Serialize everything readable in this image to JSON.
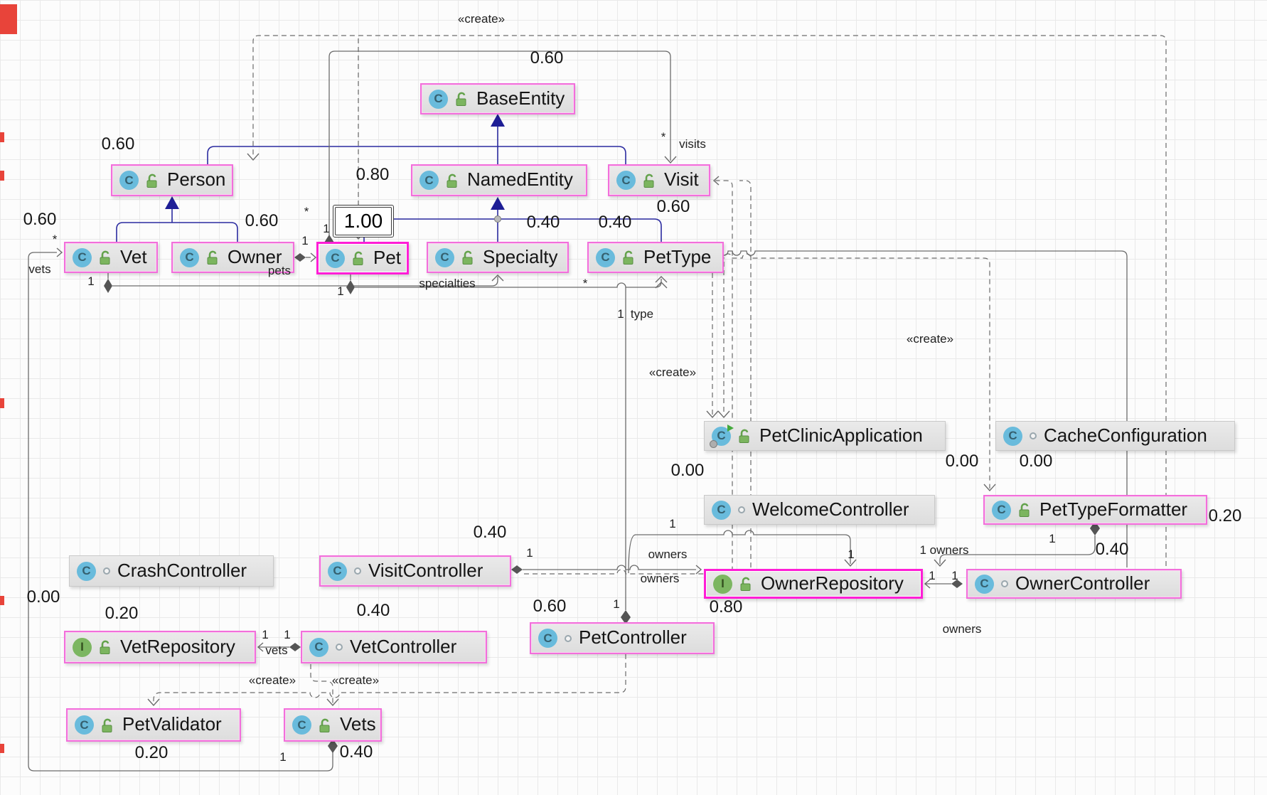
{
  "diagram": {
    "badge": {
      "value": "1.00"
    },
    "classes": [
      {
        "id": "base_entity",
        "name": "BaseEntity",
        "icon": "class",
        "visibility": "public-lock",
        "emphasis": "pink"
      },
      {
        "id": "person",
        "name": "Person",
        "icon": "class",
        "visibility": "public-lock",
        "emphasis": "pink"
      },
      {
        "id": "named_entity",
        "name": "NamedEntity",
        "icon": "class",
        "visibility": "public-lock",
        "emphasis": "pink"
      },
      {
        "id": "visit",
        "name": "Visit",
        "icon": "class",
        "visibility": "public-lock",
        "emphasis": "pink"
      },
      {
        "id": "vet",
        "name": "Vet",
        "icon": "class",
        "visibility": "public-lock",
        "emphasis": "pink"
      },
      {
        "id": "owner",
        "name": "Owner",
        "icon": "class",
        "visibility": "public-lock",
        "emphasis": "pink"
      },
      {
        "id": "pet",
        "name": "Pet",
        "icon": "class",
        "visibility": "public-lock",
        "emphasis": "selected"
      },
      {
        "id": "specialty",
        "name": "Specialty",
        "icon": "class",
        "visibility": "public-lock",
        "emphasis": "pink"
      },
      {
        "id": "pet_type",
        "name": "PetType",
        "icon": "class",
        "visibility": "public-lock",
        "emphasis": "pink"
      },
      {
        "id": "pet_clinic_application",
        "name": "PetClinicApplication",
        "icon": "application",
        "visibility": "public-lock",
        "emphasis": "plain"
      },
      {
        "id": "cache_configuration",
        "name": "CacheConfiguration",
        "icon": "class",
        "visibility": "package-circle",
        "emphasis": "plain"
      },
      {
        "id": "welcome_controller",
        "name": "WelcomeController",
        "icon": "class",
        "visibility": "package-circle",
        "emphasis": "plain"
      },
      {
        "id": "pet_type_formatter",
        "name": "PetTypeFormatter",
        "icon": "class",
        "visibility": "public-lock",
        "emphasis": "pink"
      },
      {
        "id": "crash_controller",
        "name": "CrashController",
        "icon": "class",
        "visibility": "package-circle",
        "emphasis": "plain"
      },
      {
        "id": "visit_controller",
        "name": "VisitController",
        "icon": "class",
        "visibility": "package-circle",
        "emphasis": "pink"
      },
      {
        "id": "owner_repository",
        "name": "OwnerRepository",
        "icon": "interface",
        "visibility": "public-lock",
        "emphasis": "selected"
      },
      {
        "id": "owner_controller",
        "name": "OwnerController",
        "icon": "class",
        "visibility": "package-circle",
        "emphasis": "pink"
      },
      {
        "id": "vet_repository",
        "name": "VetRepository",
        "icon": "interface",
        "visibility": "public-lock",
        "emphasis": "pink"
      },
      {
        "id": "vet_controller",
        "name": "VetController",
        "icon": "class",
        "visibility": "package-circle",
        "emphasis": "pink"
      },
      {
        "id": "pet_controller",
        "name": "PetController",
        "icon": "class",
        "visibility": "package-circle",
        "emphasis": "pink"
      },
      {
        "id": "pet_validator",
        "name": "PetValidator",
        "icon": "class",
        "visibility": "public-lock",
        "emphasis": "pink"
      },
      {
        "id": "vets",
        "name": "Vets",
        "icon": "class",
        "visibility": "public-lock",
        "emphasis": "pink"
      }
    ],
    "labels": [
      {
        "id": "c1",
        "text": "«create»",
        "kind": "create"
      },
      {
        "id": "c2",
        "text": "«create»",
        "kind": "create"
      },
      {
        "id": "c3",
        "text": "«create»",
        "kind": "create"
      },
      {
        "id": "c4",
        "text": "«create»",
        "kind": "create"
      },
      {
        "id": "c5",
        "text": "«create»",
        "kind": "create"
      },
      {
        "id": "visits",
        "text": "visits",
        "kind": "role"
      },
      {
        "id": "vets_l",
        "text": "vets",
        "kind": "role"
      },
      {
        "id": "vets_s",
        "text": "vets",
        "kind": "role"
      },
      {
        "id": "pets",
        "text": "pets",
        "kind": "role"
      },
      {
        "id": "specialties",
        "text": "specialties",
        "kind": "role"
      },
      {
        "id": "type",
        "text": "type",
        "kind": "role"
      },
      {
        "id": "owners_a",
        "text": "owners",
        "kind": "role"
      },
      {
        "id": "owners_b",
        "text": "owners",
        "kind": "role"
      },
      {
        "id": "one_owners",
        "text": "1 owners",
        "kind": "role"
      },
      {
        "id": "owners_c",
        "text": "owners",
        "kind": "role"
      },
      {
        "id": "m1",
        "text": "*",
        "kind": "mult"
      },
      {
        "id": "m2",
        "text": "*",
        "kind": "mult"
      },
      {
        "id": "m3",
        "text": "*",
        "kind": "mult"
      },
      {
        "id": "m4",
        "text": "*",
        "kind": "mult"
      },
      {
        "id": "n1",
        "text": "1",
        "kind": "mult"
      },
      {
        "id": "n2",
        "text": "1",
        "kind": "mult"
      },
      {
        "id": "n3",
        "text": "1",
        "kind": "mult"
      },
      {
        "id": "n4",
        "text": "1",
        "kind": "mult"
      },
      {
        "id": "n5",
        "text": "1",
        "kind": "mult"
      },
      {
        "id": "n6",
        "text": "1",
        "kind": "mult"
      },
      {
        "id": "n7",
        "text": "1",
        "kind": "mult"
      },
      {
        "id": "n8",
        "text": "1",
        "kind": "mult"
      },
      {
        "id": "n9",
        "text": "1",
        "kind": "mult"
      },
      {
        "id": "n10",
        "text": "1",
        "kind": "mult"
      },
      {
        "id": "n11",
        "text": "1",
        "kind": "mult"
      },
      {
        "id": "n12",
        "text": "1",
        "kind": "mult"
      },
      {
        "id": "n13",
        "text": "1",
        "kind": "mult"
      },
      {
        "id": "n14",
        "text": "1",
        "kind": "mult"
      },
      {
        "id": "n15",
        "text": "1",
        "kind": "mult"
      },
      {
        "id": "v1",
        "text": "0.60",
        "kind": "metric"
      },
      {
        "id": "v2",
        "text": "0.60",
        "kind": "metric"
      },
      {
        "id": "v3",
        "text": "0.80",
        "kind": "metric"
      },
      {
        "id": "v4",
        "text": "0.60",
        "kind": "metric"
      },
      {
        "id": "v5",
        "text": "0.60",
        "kind": "metric"
      },
      {
        "id": "v6",
        "text": "0.60",
        "kind": "metric"
      },
      {
        "id": "v7",
        "text": "0.40",
        "kind": "metric"
      },
      {
        "id": "v8",
        "text": "0.40",
        "kind": "metric"
      },
      {
        "id": "v9",
        "text": "0.00",
        "kind": "metric"
      },
      {
        "id": "v10",
        "text": "0.00",
        "kind": "metric"
      },
      {
        "id": "v11",
        "text": "0.00",
        "kind": "metric"
      },
      {
        "id": "v12",
        "text": "0.20",
        "kind": "metric"
      },
      {
        "id": "v13",
        "text": "0.40",
        "kind": "metric"
      },
      {
        "id": "v14",
        "text": "0.00",
        "kind": "metric"
      },
      {
        "id": "v15",
        "text": "0.40",
        "kind": "metric"
      },
      {
        "id": "v16",
        "text": "0.80",
        "kind": "metric"
      },
      {
        "id": "v17",
        "text": "0.20",
        "kind": "metric"
      },
      {
        "id": "v18",
        "text": "0.40",
        "kind": "metric"
      },
      {
        "id": "v19",
        "text": "0.60",
        "kind": "metric"
      },
      {
        "id": "v20",
        "text": "0.20",
        "kind": "metric"
      },
      {
        "id": "v21",
        "text": "0.40",
        "kind": "metric"
      }
    ]
  }
}
